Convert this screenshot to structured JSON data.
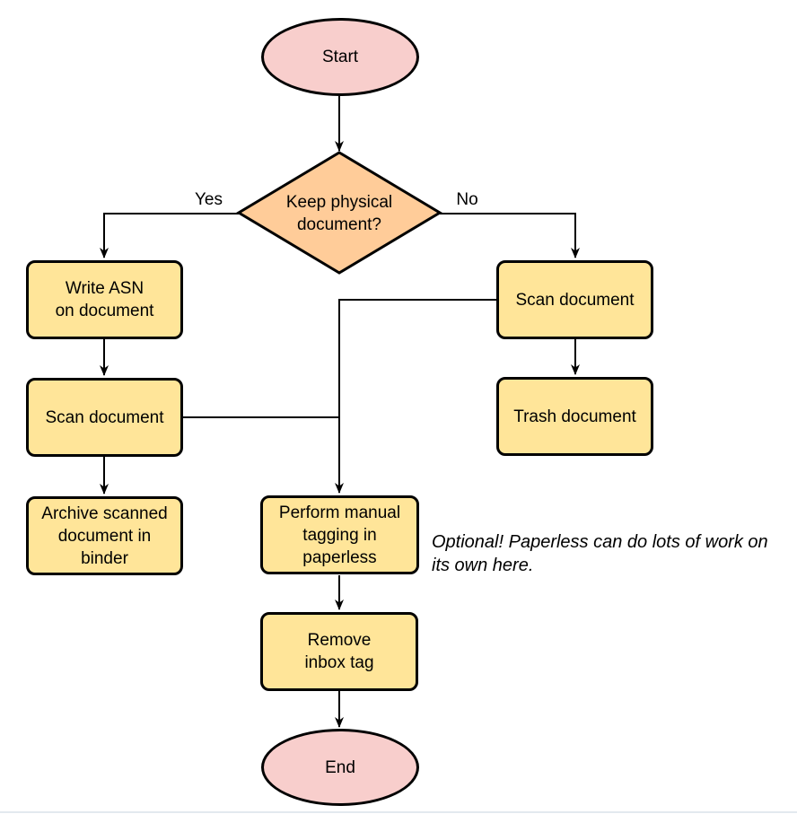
{
  "colors": {
    "terminator_fill": "#f8cecc",
    "decision_fill": "#ffcc99",
    "process_fill": "#ffe599",
    "stroke": "#000000",
    "page_edge": "#e3e9ef"
  },
  "nodes": {
    "start": {
      "type": "terminator",
      "lines": [
        "Start"
      ]
    },
    "decision": {
      "type": "decision",
      "lines": [
        "Keep physical",
        "document?"
      ]
    },
    "write_asn": {
      "type": "process",
      "lines": [
        "Write ASN",
        "on document"
      ]
    },
    "scan_left": {
      "type": "process",
      "lines": [
        "Scan document"
      ]
    },
    "archive": {
      "type": "process",
      "lines": [
        "Archive scanned",
        "document in",
        "binder"
      ]
    },
    "scan_right": {
      "type": "process",
      "lines": [
        "Scan document"
      ]
    },
    "trash": {
      "type": "process",
      "lines": [
        "Trash document"
      ]
    },
    "tagging": {
      "type": "process",
      "lines": [
        "Perform manual",
        "tagging in",
        "paperless"
      ]
    },
    "remove_inbox": {
      "type": "process",
      "lines": [
        "Remove",
        "inbox tag"
      ]
    },
    "end": {
      "type": "terminator",
      "lines": [
        "End"
      ]
    }
  },
  "edge_labels": {
    "yes": "Yes",
    "no": "No"
  },
  "annotation": {
    "lines": [
      "Optional! Paperless can do lots of work on",
      "its own here."
    ]
  }
}
